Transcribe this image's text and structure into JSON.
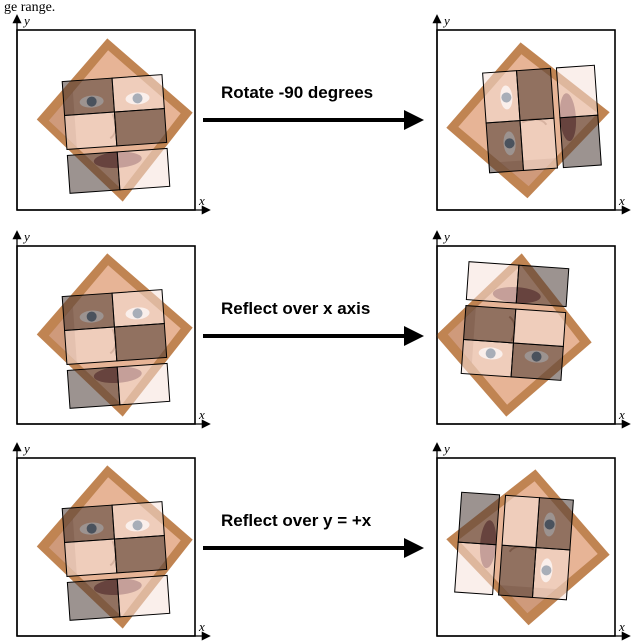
{
  "caption_partial": "ge range.",
  "axes": {
    "x_label": "x",
    "y_label": "y"
  },
  "rows": [
    {
      "operation": "Rotate -90 degrees",
      "transform": "rotate-neg-90"
    },
    {
      "operation": "Reflect over x axis",
      "transform": "reflect-x"
    },
    {
      "operation": "Reflect over y = +x",
      "transform": "reflect-y-eq-x"
    }
  ],
  "colors": {
    "skin": "#e7b496",
    "skin_shadow": "#b27a5c",
    "hair": "#c08452",
    "dark_overlay": "#4b3a34",
    "light_overlay": "#f6e2da",
    "eye": "#4b6f8e",
    "lips": "#8a4f49"
  },
  "icons": [
    "face-photo",
    "arrow-right"
  ]
}
